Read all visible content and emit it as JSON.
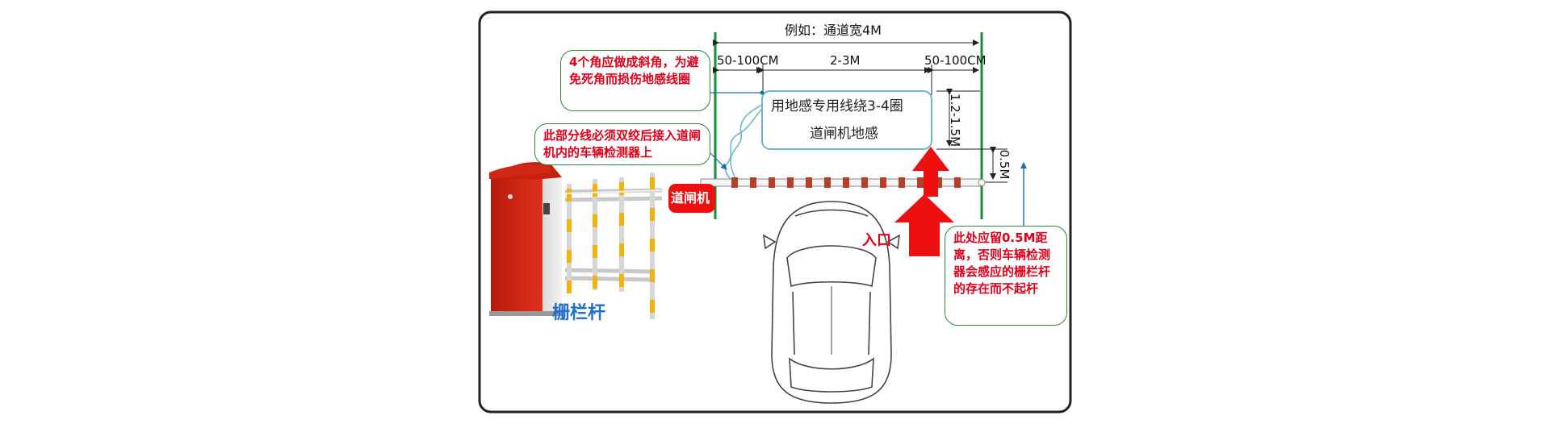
{
  "dimensions": {
    "lane_width": "例如：通道宽4M",
    "left_gap": "50-100CM",
    "middle": "2-3M",
    "right_gap": "50-100CM",
    "loop_depth": "1.2-1.5M",
    "barrier_gap": "0.5M"
  },
  "loop": {
    "line1": "用地感专用线绕3-4圈",
    "line2": "道闸机地感"
  },
  "callouts": {
    "corners": "4个角应做成斜角，为避免死角而损伤地感线圈",
    "twist": "此部分线必须双绞后接入道闸机内的车辆检测器上",
    "distance": "此处应留0.5M距离，否则车辆检测器会感应的栅栏杆的存在而不起杆"
  },
  "labels": {
    "gate_machine": "道闸机",
    "entrance": "入口",
    "fence_bar": "栅栏杆"
  },
  "colors": {
    "frame": "#222222",
    "lane_line": "#1a8a3a",
    "loop": "#6fb7c9",
    "arrow": "#e0001a",
    "fence_label": "#1f6fd1",
    "callout_border": "#2d8a3e"
  }
}
